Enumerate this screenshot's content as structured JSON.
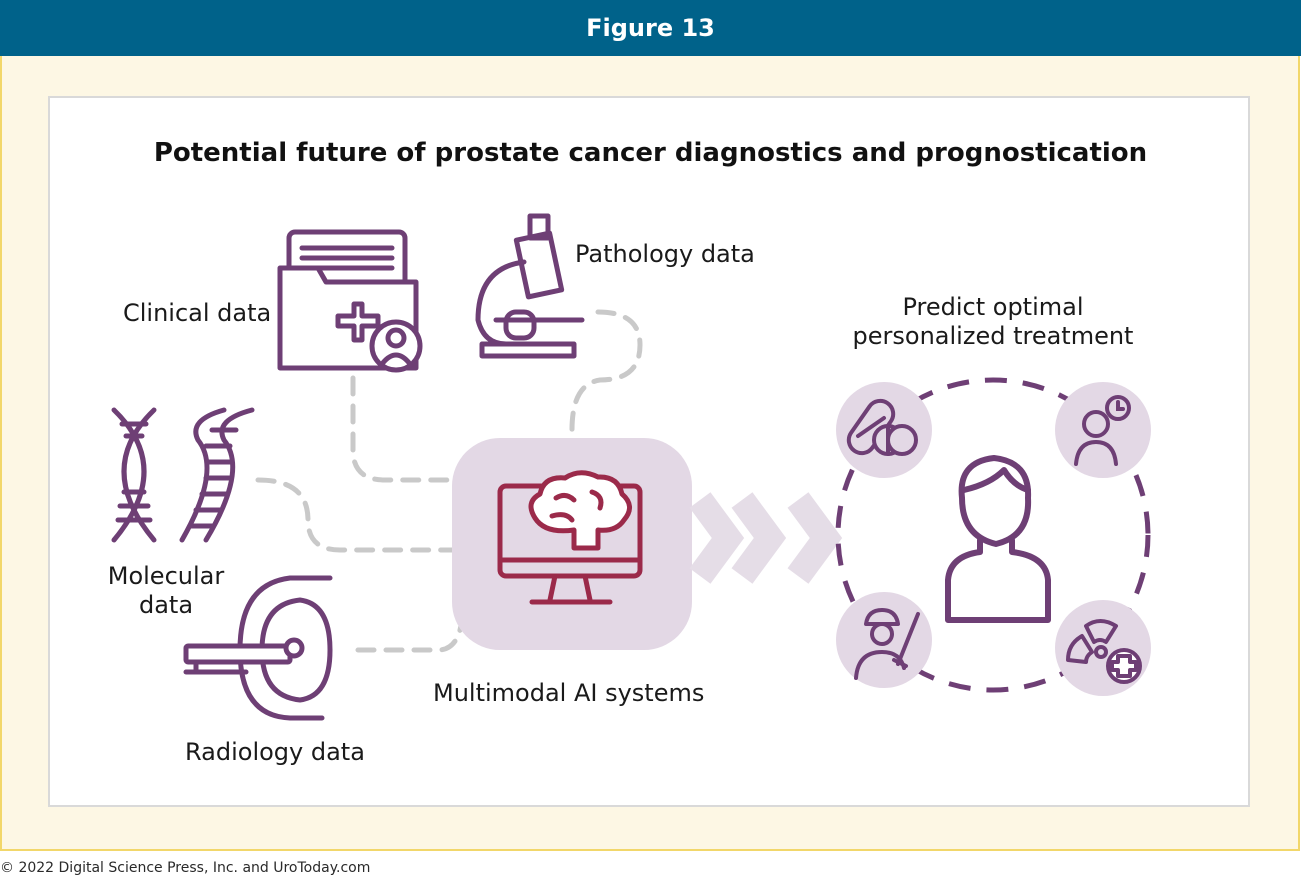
{
  "header": {
    "title": "Figure 13"
  },
  "diagram": {
    "title": "Potential future of prostate cancer diagnostics and prognostication",
    "inputs": {
      "clinical": "Clinical data",
      "pathology": "Pathology data",
      "molecular": [
        "Molecular",
        "data"
      ],
      "radiology": "Radiology data"
    },
    "center": "Multimodal AI systems",
    "output": [
      "Predict optimal",
      "personalized treatment"
    ]
  },
  "colors": {
    "header": "#00628a",
    "frame_bg": "#fdf7e4",
    "frame_border": "#f2d76a",
    "icon": "#6e3f75",
    "accent": "#9b2a4a",
    "tile": "#e3d8e5",
    "dash": "#c9c9c9"
  },
  "footer": {
    "copyright": "© 2022 Digital Science Press, Inc. and UroToday.com"
  }
}
